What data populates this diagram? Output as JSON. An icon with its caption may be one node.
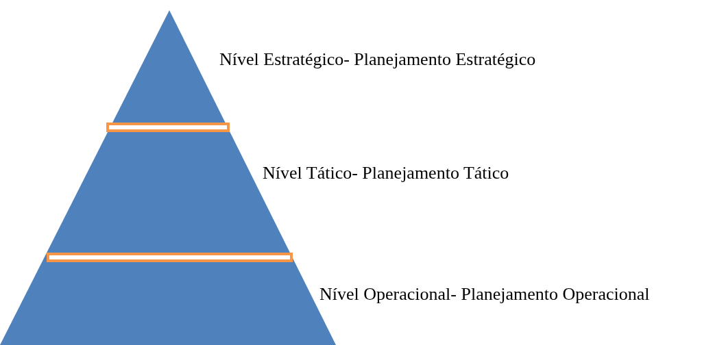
{
  "diagram": {
    "labels": [
      "Nível Estratégico- Planejamento Estratégico",
      "Nível Tático- Planejamento Tático",
      "Nível Operacional- Planejamento Operacional"
    ]
  }
}
